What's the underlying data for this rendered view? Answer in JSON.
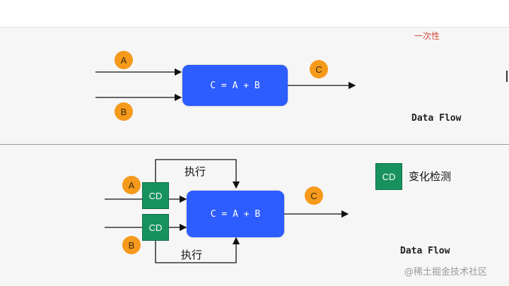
{
  "annotation": {
    "top_right": "一次性",
    "colors": {
      "note": "#d64a3c"
    }
  },
  "top_diagram": {
    "input_a": "A",
    "input_b": "B",
    "process": "C = A + B",
    "output": "C",
    "caption": "Data Flow"
  },
  "bottom_diagram": {
    "input_a": "A",
    "input_b": "B",
    "cd_a": "CD",
    "cd_b": "CD",
    "process": "C = A + B",
    "output": "C",
    "exec_top": "执行",
    "exec_bottom": "执行",
    "caption": "Data Flow"
  },
  "legend": {
    "swatch": "CD",
    "text": "变化检测"
  },
  "watermark": "@稀土掘金技术社区",
  "colors": {
    "process_fill": "#2d5cff",
    "bubble_fill": "#f59a1b",
    "cd_fill": "#17925e"
  }
}
